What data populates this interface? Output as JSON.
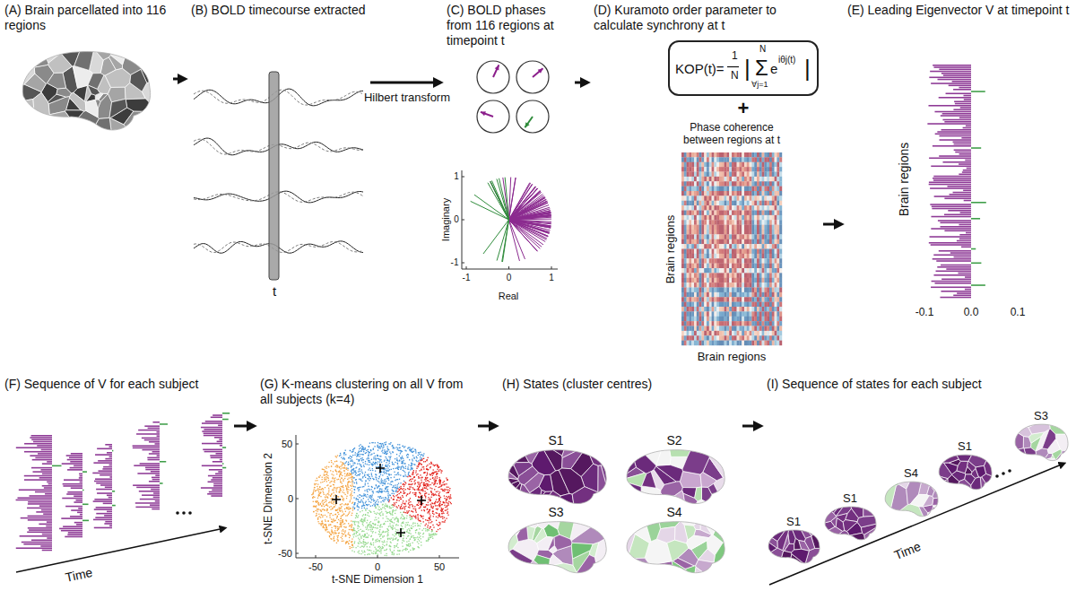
{
  "diagram": {
    "nodes": [
      {
        "text": [
          "(A) Brain parcellated into 116 regions"
        ]
      },
      {
        "text": [
          "(B) BOLD timecourse extracted"
        ]
      },
      {
        "text": [
          "(C) BOLD phases from 116 regions at timepoint t"
        ]
      },
      {
        "text": [
          "(D) Kuramoto order parameter to calculate synchrony at t"
        ]
      },
      {
        "text": [
          "KOP(t)=",
          "1",
          "N",
          "|",
          "N",
          "Σ",
          "e",
          "iθj(t)",
          "|",
          "∀j=1"
        ],
        "in": 3
      },
      {
        "text": [
          "(E) Leading Eigenvector V at timepoint t"
        ]
      },
      {
        "text": [
          "(F) Sequence of V for each subject"
        ]
      },
      {
        "text": [
          "(G) K-means clustering on all V from all subjects (k=4)"
        ]
      },
      {
        "text": [
          "(H) States (cluster centres)"
        ]
      },
      {
        "text": [
          "(I) Sequence of states for each subject"
        ]
      }
    ],
    "edges": [
      {
        "from": 0,
        "to": 1,
        "arrow": "to"
      },
      {
        "from": 1,
        "to": 2,
        "label": "Hilbert transform",
        "arrow": "to"
      },
      {
        "from": 2,
        "to": 3,
        "arrow": "to"
      },
      {
        "from": 3,
        "to": 5,
        "arrow": "to"
      },
      {
        "from": 6,
        "to": 7,
        "arrow": "to"
      },
      {
        "from": 7,
        "to": 8,
        "arrow": "to"
      },
      {
        "from": 8,
        "to": 9,
        "arrow": "to"
      }
    ],
    "labels": [
      "t",
      "Imaginary",
      "Real",
      "1",
      "0",
      "-1",
      "-1",
      "0",
      "1",
      "+",
      "Phase coherence between regions at t",
      "Brain regions",
      "Brain regions",
      "Brain regions",
      "-0.1",
      "0.0",
      "0.1",
      "Time",
      "t-SNE Dimension 2",
      "50",
      "0",
      "-50",
      "-50",
      "0",
      "50",
      "t-SNE Dimension 1",
      "S1",
      "S2",
      "S3",
      "S4",
      "S1",
      "S1",
      "S4",
      "S1",
      "S3",
      "Time"
    ]
  }
}
